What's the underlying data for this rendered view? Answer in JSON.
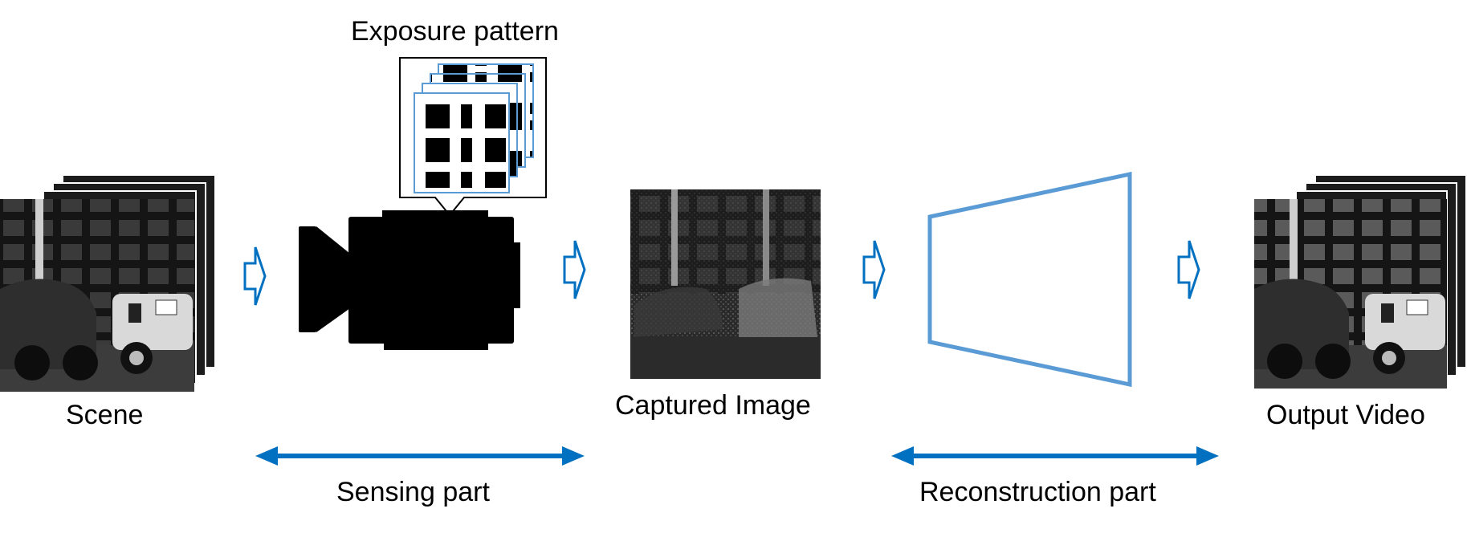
{
  "labels": {
    "scene": "Scene",
    "exposure_pattern": "Exposure pattern",
    "captured_image": "Captured Image",
    "output_video": "Output Video",
    "sensing_part": "Sensing part",
    "reconstruction_part": "Reconstruction part"
  },
  "colors": {
    "accent": "#0070c0",
    "frame_blue": "#5b9bd5",
    "dark_bg": "#1c1c1c"
  },
  "icons": {
    "camera": "video-camera-icon",
    "arrow": "right-hollow-arrow-icon"
  }
}
